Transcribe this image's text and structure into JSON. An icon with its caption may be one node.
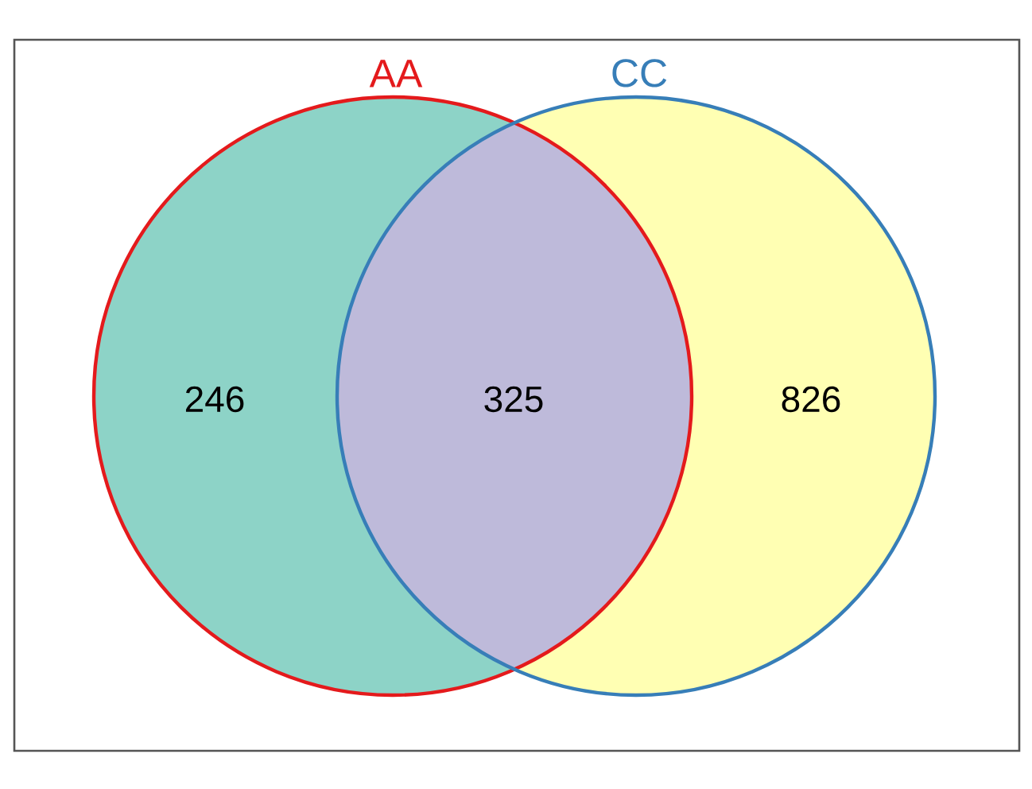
{
  "diagram": {
    "nodes": [
      {
        "text": [
          "AA"
        ]
      },
      {
        "text": [
          "CC"
        ]
      }
    ],
    "edges": [],
    "labels": [
      "246",
      "325",
      "826"
    ]
  }
}
